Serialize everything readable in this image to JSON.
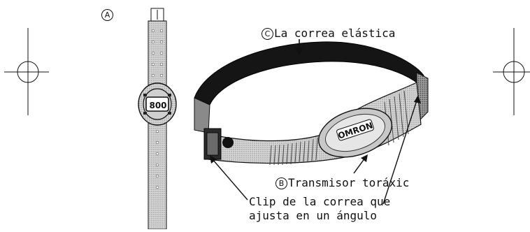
{
  "markers": {
    "a": "A",
    "b": "B",
    "c": "C"
  },
  "labels": {
    "strap": "La correa elástica",
    "transmitter": "Transmisor toráxic",
    "clip_line1": "Clip de la correa que",
    "clip_line2": "ajusta en un ángulo"
  },
  "watch": {
    "display": "800"
  },
  "transmitter": {
    "brand": "OMRON"
  }
}
